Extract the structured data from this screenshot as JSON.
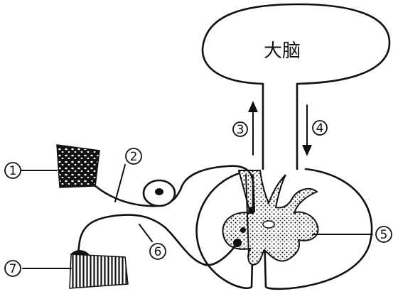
{
  "diagram": {
    "brain_label": "大脑",
    "markers": {
      "m1": "1",
      "m2": "2",
      "m3": "3",
      "m4": "4",
      "m5": "5",
      "m6": "6",
      "m7": "7"
    },
    "colors": {
      "ink": "#111111",
      "gray_matter": "#d9d9d9",
      "background": "#ffffff"
    }
  }
}
